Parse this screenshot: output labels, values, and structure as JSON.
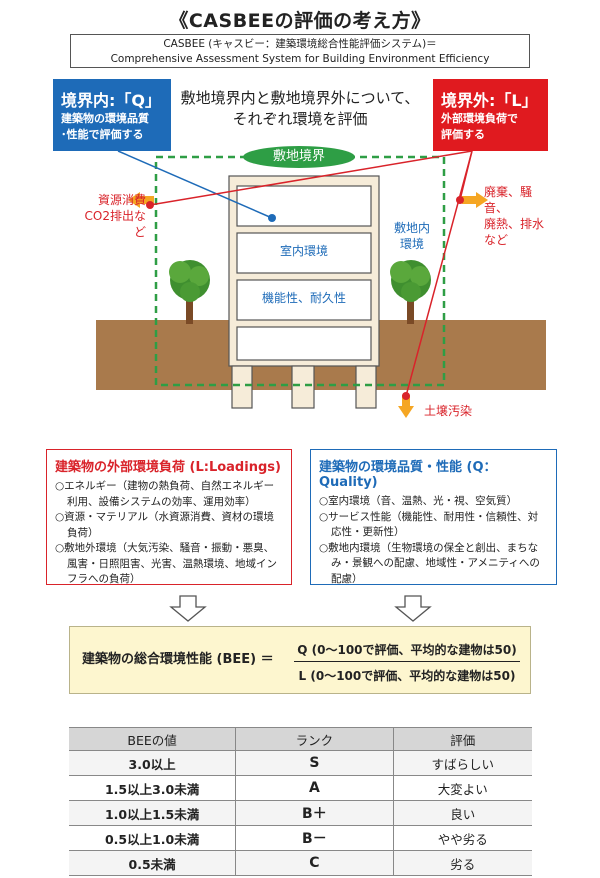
{
  "title": "《CASBEEの評価の考え方》",
  "subtitle": {
    "line1": "CASBEE (キャスビー：建築環境総合性能評価システム)＝",
    "line2": "Comprehensive Assessment System for Building Environment Efficiency"
  },
  "lead": {
    "line1": "敷地境界内と敷地境界外について、",
    "line2": "それぞれ環境を評価"
  },
  "callout_q": {
    "heading": "境界内:「Q」",
    "body1": "建築物の環境品質",
    "body2": "･性能で評価する"
  },
  "callout_l": {
    "heading": "境界外:「L」",
    "body1": "外部環境負荷で",
    "body2": "評価する"
  },
  "boundary_label": "敷地境界",
  "labels": {
    "resources_1": "資源消費",
    "resources_2": "CO2排出など",
    "waste_1": "廃棄、騒音、",
    "waste_2": "廃熱、排水",
    "waste_3": "など",
    "onsite_1": "敷地内",
    "onsite_2": "環境",
    "indoor": "室内環境",
    "function": "機能性、耐久性",
    "soil": "土壌汚染"
  },
  "panel_l": {
    "heading": "建築物の外部環境負荷 (L:Loadings)",
    "items": [
      "○エネルギー（建物の熱負荷、自然エネルギー利用、設備システムの効率、運用効率）",
      "○資源・マテリアル（水資源消費、資材の環境負荷）",
      "○敷地外環境（大気汚染、騒音・振動・悪臭、風害・日照阻害、光害、温熱環境、地域インフラへの負荷）"
    ]
  },
  "panel_q": {
    "heading": "建築物の環境品質・性能 (Q：Quality)",
    "items": [
      "○室内環境（音、温熱、光・視、空気質）",
      "○サービス性能（機能性、耐用性・信頼性、対応性・更新性）",
      "○敷地内環境（生物環境の保全と創出、まちなみ・景観への配慮、地域性・アメニティへの配慮）"
    ]
  },
  "bee": {
    "label": "建築物の総合環境性能 (BEE) ＝",
    "numerator": "Q (0～100で評価、平均的な建物は50)",
    "denominator": "L (0～100で評価、平均的な建物は50)"
  },
  "table": {
    "headers": [
      "BEEの値",
      "ランク",
      "評価"
    ],
    "rows": [
      [
        "3.0以上",
        "S",
        "すばらしい"
      ],
      [
        "1.5以上3.0未満",
        "A",
        "大変よい"
      ],
      [
        "1.0以上1.5未満",
        "B＋",
        "良い"
      ],
      [
        "0.5以上1.0未満",
        "B－",
        "やや劣る"
      ],
      [
        "0.5未満",
        "C",
        "劣る"
      ]
    ]
  },
  "colors": {
    "red": "#d9232a",
    "blue": "#1e6bb8",
    "green": "#2e9e45",
    "orange": "#f5a623",
    "soil": "#a97a4c"
  }
}
